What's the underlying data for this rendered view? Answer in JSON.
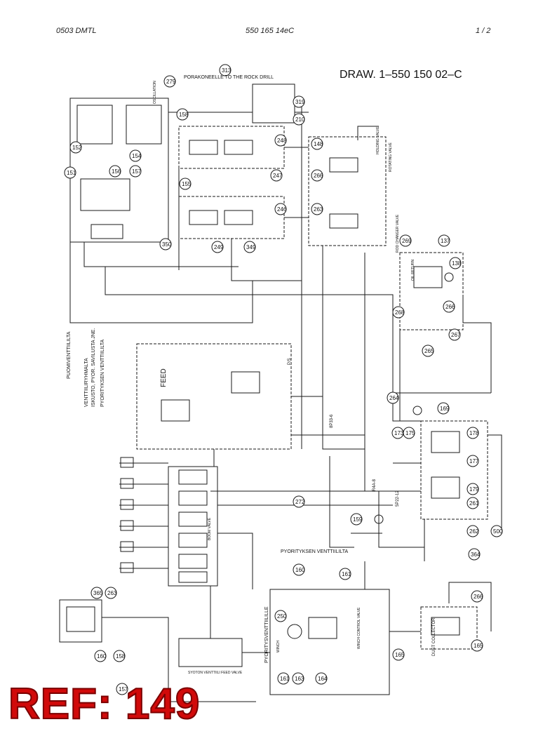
{
  "header": {
    "code": "0503 DMTL",
    "number": "550 165 14eC",
    "page": "1 /  2"
  },
  "drawing_number": "DRAW. 1–550 150 02–C",
  "ref": "REF: 149",
  "labels": {
    "rock_drill": "PORAKONEELLE TO THE ROCK DRILL",
    "feed": "FEED",
    "boom_valve": "PUOMIVENTTIILILTA",
    "valve_group": "VENTTIILIRYHMALTA",
    "rotation_note": "ISKUSTO, PYOR. SAVILUSTA JNE.",
    "rotation_valve": "PYORITYKSEN VENTTIILILTA",
    "rotation_valve_2": "PYORITYKSEN VENTTIILILTA",
    "to_rotation_valve": "PYORITYSVENTTIILILLE",
    "dust_collector": "DUST COLLECTOR",
    "oscillation": "OSCILLATION",
    "winch": "WINCH",
    "winch_control": "WINCH CONTROL VALVE",
    "feed_valve": "SYOTON VENTTIILI FEED VALVE",
    "boom_valve_en": "BOOM VALVE",
    "rod_changer": "ROD CHANGER VALVE",
    "holding_valve": "HOLDING VALVE",
    "rotating_valve": "ROTATING VALVE",
    "return_label": "OIL RETURN",
    "pressure_ps": "P/S",
    "pressure_fb": "8P33-6",
    "flow": "R4A-8",
    "flow2": "5P22-12"
  },
  "callouts": [
    "279",
    "313",
    "319",
    "210",
    "158",
    "152",
    "154",
    "151",
    "156",
    "157",
    "155",
    "350",
    "248",
    "148",
    "349",
    "247",
    "249",
    "266",
    "246",
    "263",
    "269",
    "137",
    "138",
    "266",
    "267",
    "268",
    "264",
    "265",
    "173",
    "175",
    "178",
    "177",
    "179",
    "261",
    "262",
    "169",
    "500",
    "364",
    "272",
    "159",
    "161",
    "160",
    "266",
    "165",
    "365",
    "263",
    "160",
    "158",
    "157",
    "250",
    "161",
    "163",
    "164",
    "165"
  ]
}
